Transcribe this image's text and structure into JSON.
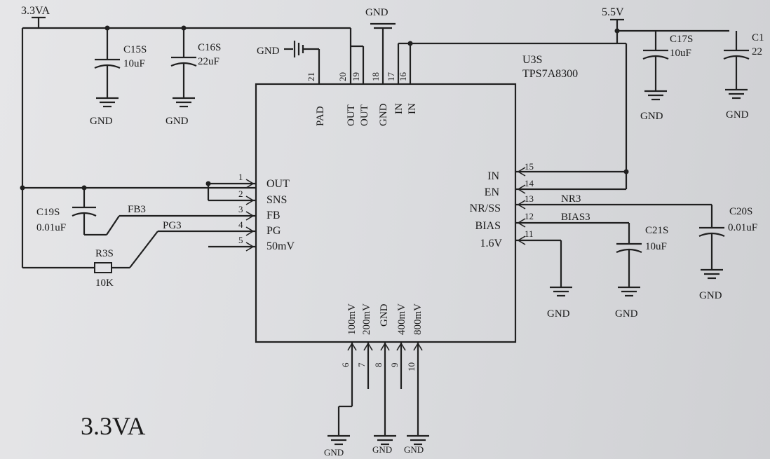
{
  "title": "3.3VA",
  "rails": {
    "left": "3.3VA",
    "right": "5.5V",
    "top_gnd": "GND"
  },
  "ic": {
    "ref": "U3S",
    "part": "TPS7A8300",
    "top_pins": [
      {
        "num": "21",
        "name": "PAD"
      },
      {
        "num": "20",
        "name": "OUT"
      },
      {
        "num": "19",
        "name": "OUT"
      },
      {
        "num": "18",
        "name": "GND"
      },
      {
        "num": "17",
        "name": "IN"
      },
      {
        "num": "16",
        "name": "IN"
      }
    ],
    "left_pins": [
      {
        "num": "1",
        "name": "OUT"
      },
      {
        "num": "2",
        "name": "SNS"
      },
      {
        "num": "3",
        "name": "FB"
      },
      {
        "num": "4",
        "name": "PG"
      },
      {
        "num": "5",
        "name": "50mV"
      }
    ],
    "right_pins": [
      {
        "num": "15",
        "name": "IN"
      },
      {
        "num": "14",
        "name": "EN"
      },
      {
        "num": "13",
        "name": "NR/SS"
      },
      {
        "num": "12",
        "name": "BIAS"
      },
      {
        "num": "11",
        "name": "1.6V"
      }
    ],
    "bottom_pins": [
      {
        "num": "6",
        "name": "100mV"
      },
      {
        "num": "7",
        "name": "200mV"
      },
      {
        "num": "8",
        "name": "GND"
      },
      {
        "num": "9",
        "name": "400mV"
      },
      {
        "num": "10",
        "name": "800mV"
      }
    ]
  },
  "caps": {
    "c15": {
      "ref": "C15S",
      "val": "10uF"
    },
    "c16": {
      "ref": "C16S",
      "val": "22uF"
    },
    "c17": {
      "ref": "C17S",
      "val": "10uF"
    },
    "c18": {
      "ref": "C1",
      "val": "22"
    },
    "c19": {
      "ref": "C19S",
      "val": "0.01uF"
    },
    "c20": {
      "ref": "C20S",
      "val": "0.01uF"
    },
    "c21": {
      "ref": "C21S",
      "val": "10uF"
    }
  },
  "resistor": {
    "ref": "R3S",
    "val": "10K"
  },
  "nets": {
    "fb": "FB3",
    "pg": "PG3",
    "nr": "NR3",
    "bias": "BIAS3"
  },
  "gnd_label": "GND",
  "gnd_pad": "GND"
}
